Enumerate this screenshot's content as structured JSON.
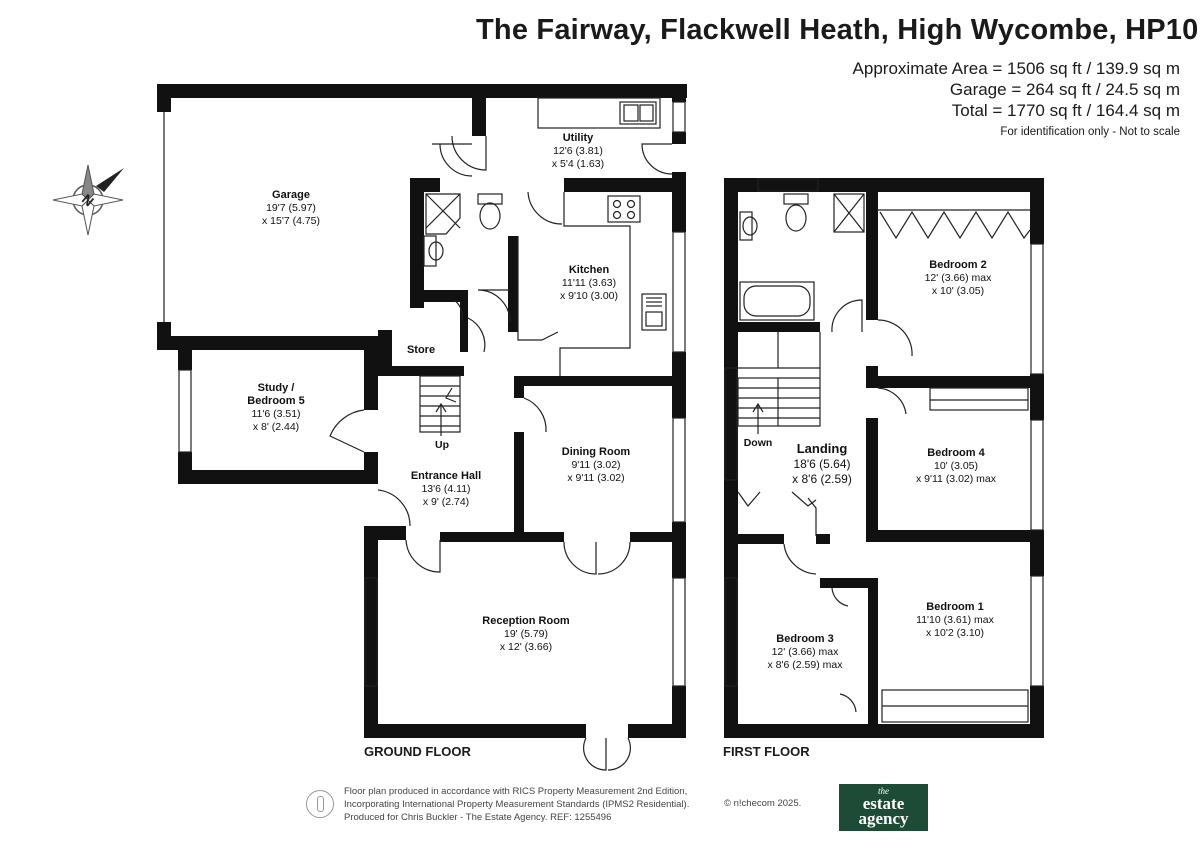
{
  "header": {
    "title": "The Fairway, Flackwell Heath, High Wycombe, HP10",
    "approx_area": "Approximate Area = 1506 sq ft / 139.9 sq m",
    "garage_area": "Garage = 264 sq ft / 24.5 sq m",
    "total_area": "Total = 1770 sq ft / 164.4 sq m",
    "note": "For identification only - Not to scale"
  },
  "compass": {
    "label": "N"
  },
  "ground_floor": {
    "label": "GROUND FLOOR",
    "rooms": {
      "garage": {
        "name": "Garage",
        "dim1": "19'7 (5.97)",
        "dim2": "x 15'7 (4.75)"
      },
      "utility": {
        "name": "Utility",
        "dim1": "12'6 (3.81)",
        "dim2": "x 5'4 (1.63)"
      },
      "kitchen": {
        "name": "Kitchen",
        "dim1": "11'11 (3.63)",
        "dim2": "x 9'10 (3.00)"
      },
      "store": {
        "name": "Store"
      },
      "study": {
        "name1": "Study /",
        "name2": "Bedroom 5",
        "dim1": "11'6 (3.51)",
        "dim2": "x 8' (2.44)"
      },
      "dining": {
        "name": "Dining Room",
        "dim1": "9'11 (3.02)",
        "dim2": "x 9'11 (3.02)"
      },
      "hall": {
        "name": "Entrance Hall",
        "dim1": "13'6 (4.11)",
        "dim2": "x 9' (2.74)",
        "stairs": "Up"
      },
      "reception": {
        "name": "Reception Room",
        "dim1": "19' (5.79)",
        "dim2": "x 12' (3.66)"
      }
    }
  },
  "first_floor": {
    "label": "FIRST FLOOR",
    "rooms": {
      "bed2": {
        "name": "Bedroom 2",
        "dim1": "12' (3.66) max",
        "dim2": "x 10' (3.05)"
      },
      "landing": {
        "name": "Landing",
        "dim1": "18'6 (5.64)",
        "dim2": "x 8'6 (2.59)",
        "stairs": "Down"
      },
      "bed4": {
        "name": "Bedroom 4",
        "dim1": "10' (3.05)",
        "dim2": "x 9'11 (3.02) max"
      },
      "bed1": {
        "name": "Bedroom 1",
        "dim1": "11'10 (3.61) max",
        "dim2": "x 10'2 (3.10)"
      },
      "bed3": {
        "name": "Bedroom 3",
        "dim1": "12' (3.66) max",
        "dim2": "x 8'6 (2.59) max"
      }
    }
  },
  "footer": {
    "line1": "Floor plan produced in accordance with RICS Property Measurement 2nd Edition,",
    "line2": "Incorporating International Property Measurement Standards (IPMS2 Residential).",
    "line3": "Produced for Chris Buckler - The Estate Agency.   REF: 1255496",
    "copyright": "© n!checom 2025.",
    "logo_the": "the",
    "logo_estate": "estate",
    "logo_agency": "agency"
  }
}
